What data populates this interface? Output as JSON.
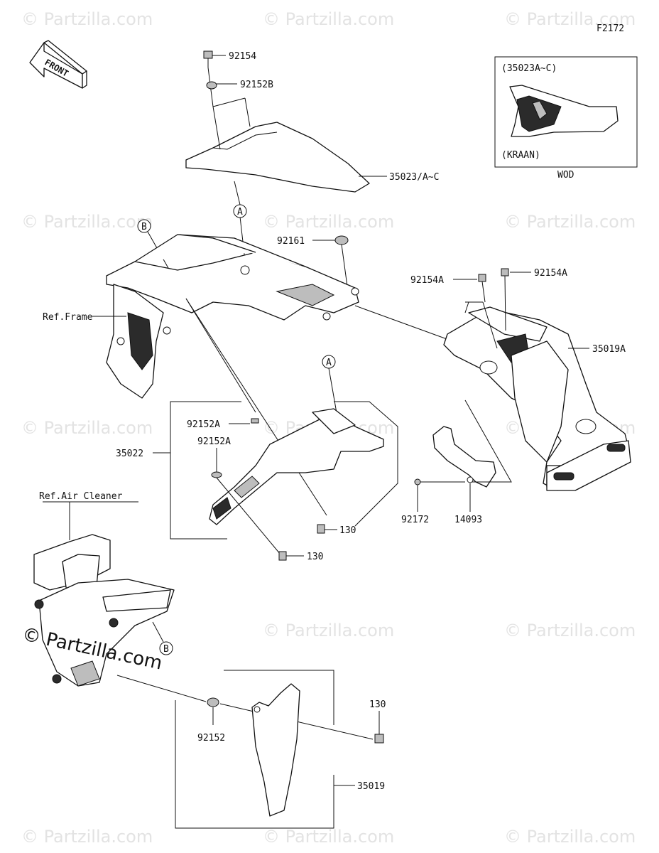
{
  "figure_code": "F2172",
  "front_label": "FRONT",
  "watermark": "© Partzilla.com",
  "watermark_main": "© Partzilla.com",
  "inset": {
    "top_text": "(35023A~C)",
    "bottom_text": "(KRAAN)",
    "caption": "WOD"
  },
  "refs": {
    "A": "A",
    "B": "B",
    "frame": "Ref.Frame",
    "air_cleaner": "Ref.Air Cleaner"
  },
  "parts": {
    "bolt_top": "92154",
    "washer_top": "92152B",
    "fender_top": "35023/A~C",
    "grommet": "92161",
    "bolt_left": "92154A",
    "bolt_right": "92154A",
    "fender_rear": "35019A",
    "grommet_a": "92152A",
    "grommet_b": "92152A",
    "inner_fender": "35022",
    "bolt_130_a": "130",
    "bolt_130_b": "130",
    "screw_92172": "92172",
    "bracket_14093": "14093",
    "bolt_130_c": "130",
    "grommet_92152": "92152",
    "flap_35019": "35019"
  }
}
